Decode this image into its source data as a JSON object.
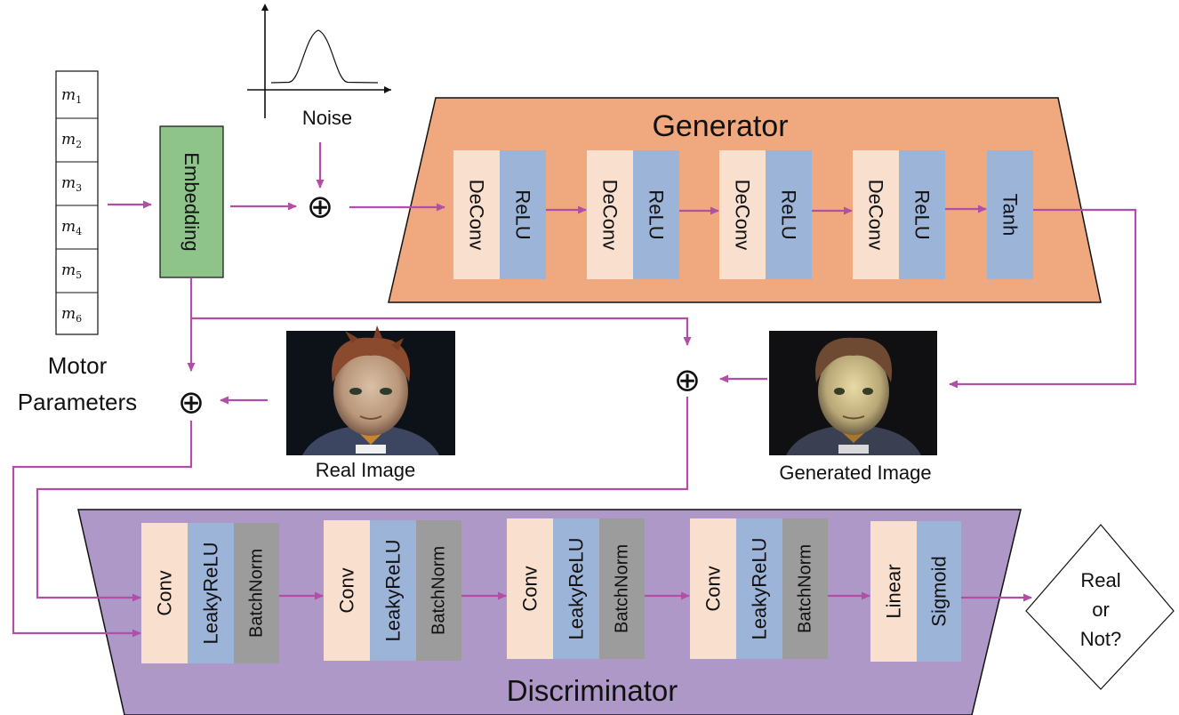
{
  "diagram": {
    "motor_parameters": {
      "cells": [
        "m",
        "m",
        "m",
        "m",
        "m",
        "m"
      ],
      "subscripts": [
        "1",
        "2",
        "3",
        "4",
        "5",
        "6"
      ],
      "label_line1": "Motor",
      "label_line2": "Parameters"
    },
    "embedding": {
      "label": "Embedding"
    },
    "noise": {
      "label": "Noise"
    },
    "combine_symbol": "⊕",
    "generator": {
      "title": "Generator",
      "blocks": [
        {
          "layer": "DeConv",
          "activation": "ReLU"
        },
        {
          "layer": "DeConv",
          "activation": "ReLU"
        },
        {
          "layer": "DeConv",
          "activation": "ReLU"
        },
        {
          "layer": "DeConv",
          "activation": "ReLU"
        }
      ],
      "output_activation": "Tanh"
    },
    "real_image": {
      "caption": "Real Image"
    },
    "generated_image": {
      "caption": "Generated Image"
    },
    "discriminator": {
      "title": "Discriminator",
      "blocks": [
        {
          "layer": "Conv",
          "activation": "LeakyReLU",
          "norm": "BatchNorm"
        },
        {
          "layer": "Conv",
          "activation": "LeakyReLU",
          "norm": "BatchNorm"
        },
        {
          "layer": "Conv",
          "activation": "LeakyReLU",
          "norm": "BatchNorm"
        },
        {
          "layer": "Conv",
          "activation": "LeakyReLU",
          "norm": "BatchNorm"
        }
      ],
      "head": {
        "layer": "Linear",
        "activation": "Sigmoid"
      }
    },
    "decision": {
      "line1": "Real",
      "line2": "or",
      "line3": "Not?"
    },
    "colors": {
      "arrow": "#b14fa7",
      "generator_fill": "#f0a97f",
      "discriminator_fill": "#ae98c8",
      "layer_fill": "#f9dfce",
      "activation_fill": "#9db4d9",
      "norm_fill": "#9c9c9c",
      "embedding_fill": "#8ec48a"
    }
  }
}
